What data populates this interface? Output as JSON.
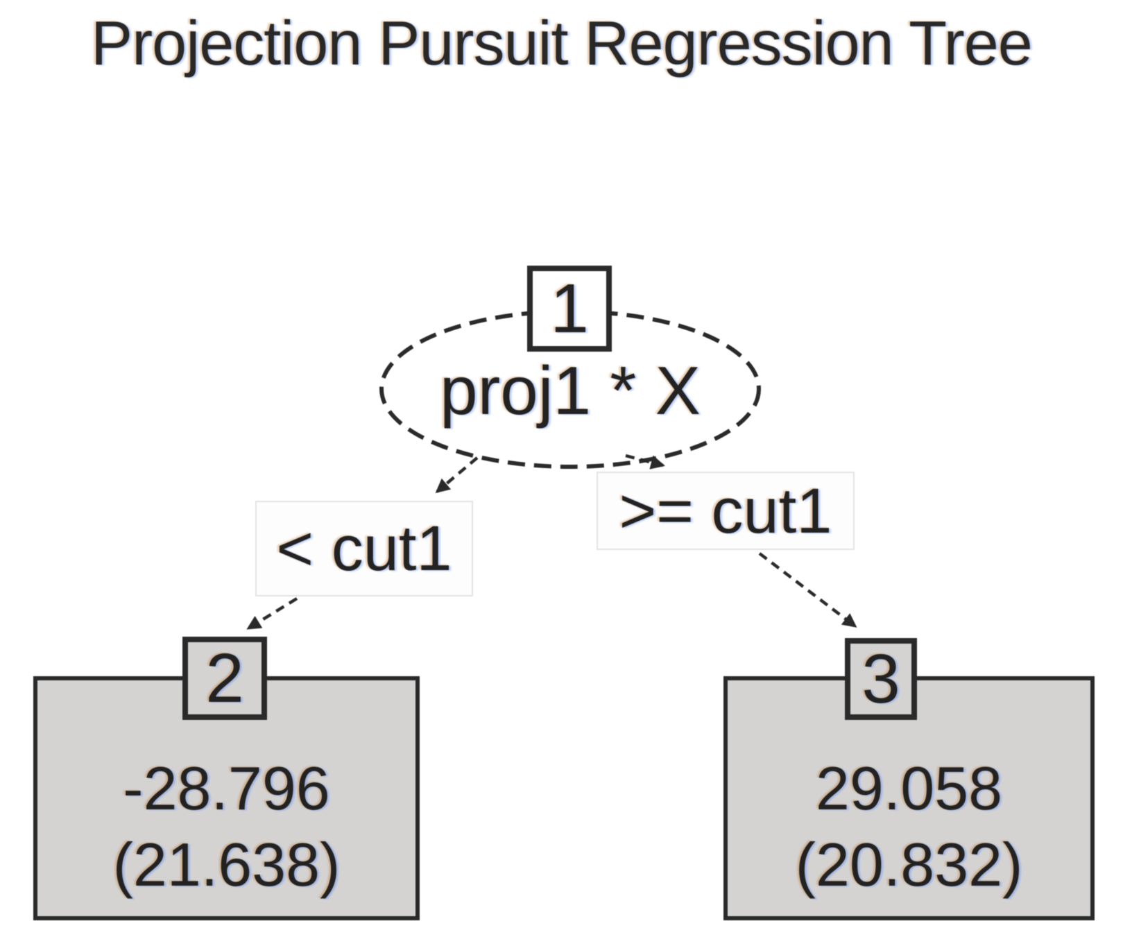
{
  "title": "Projection Pursuit Regression Tree",
  "tree": {
    "root": {
      "id": "1",
      "label": "proj1 * X"
    },
    "edges": [
      {
        "label": "< cut1"
      },
      {
        "label": ">= cut1"
      }
    ],
    "leaves": [
      {
        "id": "2",
        "value": "-28.796",
        "deviance": "(21.638)"
      },
      {
        "id": "3",
        "value": "29.058",
        "deviance": "(20.832)"
      }
    ]
  },
  "colors": {
    "background": "#ffffff",
    "leaf_fill": "#d4d3d2",
    "line": "#2a2a2a",
    "edge_label_border": "#e3e3e3",
    "text": "#222222"
  }
}
